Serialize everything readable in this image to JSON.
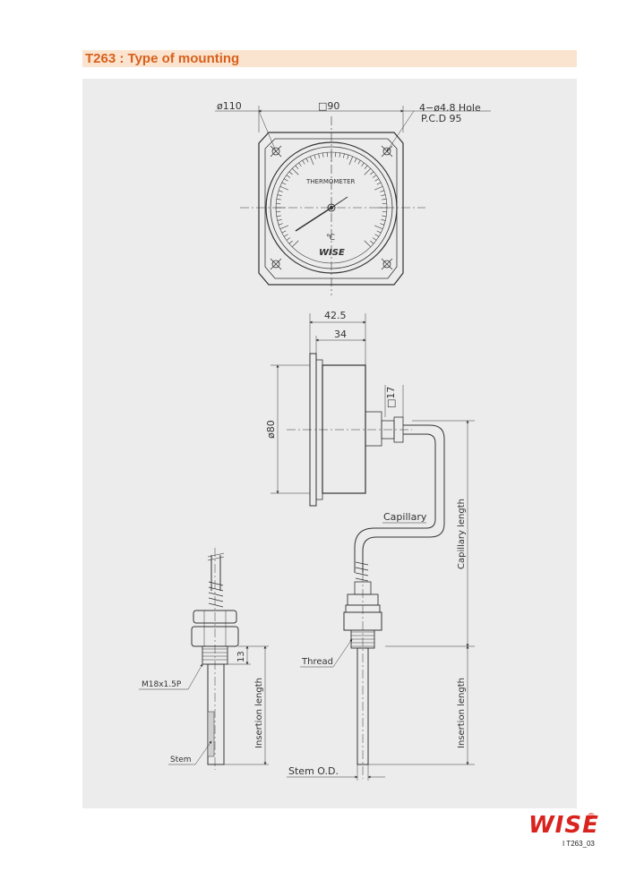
{
  "header": {
    "title": "T263 : Type of mounting"
  },
  "front_view": {
    "dim_diameter": "ø110",
    "dim_square": "□90",
    "hole_spec": "4−ø4.8 Hole",
    "pcd": "P.C.D 95",
    "dial_label": "THERMOMETER",
    "dial_unit": "℃",
    "dial_brand": "WISE"
  },
  "side_view": {
    "dim_total_depth": "42.5",
    "dim_case_depth": "34",
    "dim_body_diameter": "ø80",
    "dim_hex": "□17",
    "capillary_label": "Capillary",
    "capillary_length_label": "Capillary length",
    "thread_label": "Thread",
    "insertion_length_label": "Insertion length",
    "stem_od_label": "Stem O.D."
  },
  "detail_view": {
    "thread_spec": "M18x1.5P",
    "dim_thread": "13",
    "insertion_length_label": "Insertion length",
    "stem_label": "Stem"
  },
  "footer": {
    "brand": "WISE",
    "registered": "®",
    "doc_code": "I T263_03"
  },
  "colors": {
    "title": "#d8601c",
    "header_bg": "#fbe4cf",
    "panel_bg": "#ececec",
    "brand": "#d8231e",
    "ink": "#333333"
  }
}
